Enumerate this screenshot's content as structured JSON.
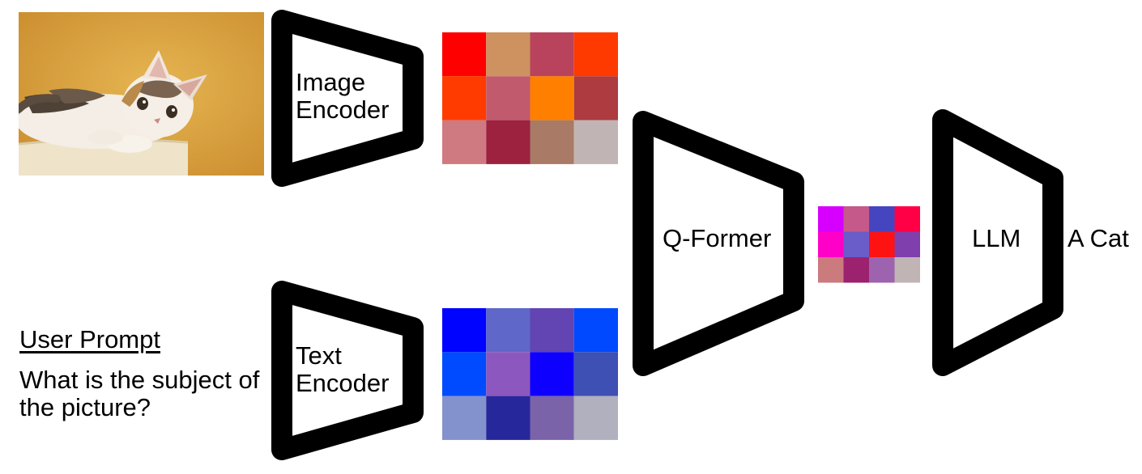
{
  "encoders": {
    "image": {
      "line1": "Image",
      "line2": "Encoder"
    },
    "text": {
      "line1": "Text",
      "line2": "Encoder"
    }
  },
  "qformer": {
    "label": "Q-Former"
  },
  "llm": {
    "label": "LLM"
  },
  "output": {
    "label": "A Cat"
  },
  "prompt": {
    "heading": "User Prompt",
    "text": "What is the subject of the picture?"
  },
  "image_input": {
    "subject": "kitten lying on a cushion",
    "colors": {
      "background": "#d9a447",
      "fur_white": "#f4eee6",
      "fur_dark": "#6b5a4a",
      "cushion": "#efe4c9"
    }
  },
  "grids": {
    "image_features": [
      [
        "#ff0000",
        "#cd925f",
        "#b9435c",
        "#ff3a00"
      ],
      [
        "#ff3b00",
        "#c15a6d",
        "#ff7f00",
        "#ad3b3f"
      ],
      [
        "#cf7a80",
        "#9c2240",
        "#a97a65",
        "#c0b5b4"
      ]
    ],
    "text_features": [
      [
        "#0003ff",
        "#5f67c9",
        "#6244b2",
        "#0049ff"
      ],
      [
        "#004aff",
        "#8c58bf",
        "#0d00ff",
        "#3e50b4"
      ],
      [
        "#8392cc",
        "#27279c",
        "#7a63a8",
        "#b0b0be"
      ]
    ],
    "fused_features": [
      [
        "#d700ff",
        "#c5598a",
        "#4545bf",
        "#ff0046"
      ],
      [
        "#ff00c8",
        "#6a5cc9",
        "#ff1212",
        "#7f3fad"
      ],
      [
        "#cb7a7e",
        "#9c2270",
        "#9d63ae",
        "#c0b5b4"
      ]
    ]
  }
}
